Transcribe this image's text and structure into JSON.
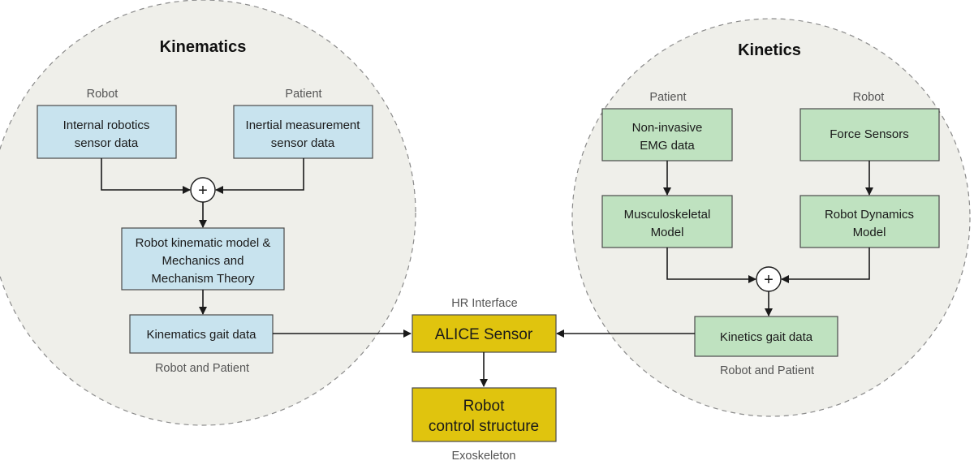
{
  "kinematics": {
    "title": "Kinematics",
    "robot_label": "Robot",
    "patient_label": "Patient",
    "internal_sensor": [
      "Internal robotics",
      "sensor data"
    ],
    "inertial_sensor": [
      "Inertial measurement",
      "sensor data"
    ],
    "model": [
      "Robot kinematic model  &",
      "Mechanics and",
      "Mechanism Theory"
    ],
    "gait_data": "Kinematics gait data",
    "footer_label": "Robot and Patient",
    "sum_symbol": "+"
  },
  "kinetics": {
    "title": "Kinetics",
    "patient_label": "Patient",
    "robot_label": "Robot",
    "emg": [
      "Non-invasive",
      "EMG data"
    ],
    "force_sensors": "Force Sensors",
    "musculoskeletal": [
      "Musculoskeletal",
      "Model"
    ],
    "robot_dynamics": [
      "Robot Dynamics",
      "Model"
    ],
    "gait_data": "Kinetics gait data",
    "footer_label": "Robot and Patient",
    "sum_symbol": "+"
  },
  "center": {
    "interface_label": "HR Interface",
    "alice": "ALICE Sensor",
    "control": [
      "Robot",
      "control structure"
    ],
    "exoskeleton_label": "Exoskeleton"
  },
  "colors": {
    "kinematics_box": "#c8e3ee",
    "kinetics_box": "#bfe2c0",
    "center_box": "#e0c40e",
    "zone_fill": "#efefea"
  }
}
